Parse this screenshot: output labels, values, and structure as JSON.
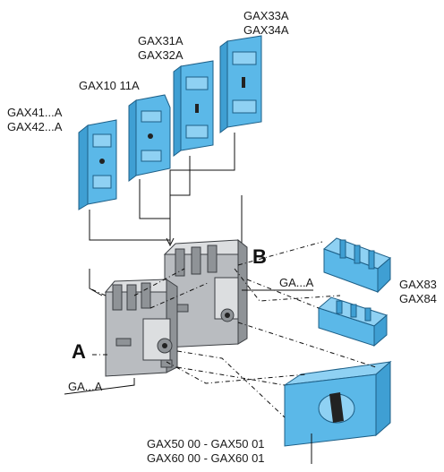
{
  "labels": {
    "gax33a": "GAX33A",
    "gax34a": "GAX34A",
    "gax31a": "GAX31A",
    "gax32a": "GAX32A",
    "gax1011a": "GAX10 11A",
    "gax41a": "GAX41...A",
    "gax42a": "GAX42...A",
    "letter_b": "B",
    "letter_a": "A",
    "ga_b": "GA...A",
    "ga_a": "GA...A",
    "gax83": "GAX83",
    "gax84": "GAX84",
    "gax50": "GAX50 00 - GAX50 01",
    "gax60": "GAX60 00 - GAX60 01"
  },
  "colors": {
    "accessory_blue": "#5bb8e8",
    "switch_grey": "#b9bcc0"
  }
}
